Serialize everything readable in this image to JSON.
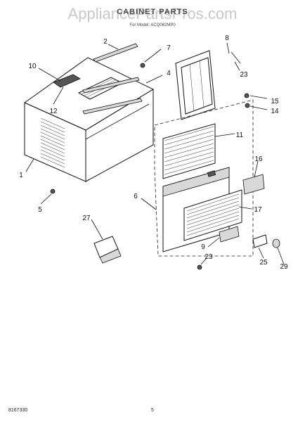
{
  "watermark": "AppliancePartsPros.com",
  "title": "CABINET PARTS",
  "subtitle": "For Model: ACQ062MP0",
  "footer": {
    "left": "8167330",
    "page": "5"
  },
  "callouts": [
    {
      "id": "c1",
      "text": "1"
    },
    {
      "id": "c2",
      "text": "2"
    },
    {
      "id": "c4",
      "text": "4"
    },
    {
      "id": "c5",
      "text": "5"
    },
    {
      "id": "c6",
      "text": "6"
    },
    {
      "id": "c7",
      "text": "7"
    },
    {
      "id": "c8",
      "text": "8"
    },
    {
      "id": "c9",
      "text": "9"
    },
    {
      "id": "c10",
      "text": "10"
    },
    {
      "id": "c11",
      "text": "11"
    },
    {
      "id": "c12",
      "text": "12"
    },
    {
      "id": "c14",
      "text": "14"
    },
    {
      "id": "c15",
      "text": "15"
    },
    {
      "id": "c16",
      "text": "16"
    },
    {
      "id": "c17",
      "text": "17"
    },
    {
      "id": "c23a",
      "text": "23"
    },
    {
      "id": "c23b",
      "text": "23"
    },
    {
      "id": "c25",
      "text": "25"
    },
    {
      "id": "c27",
      "text": "27"
    },
    {
      "id": "c29",
      "text": "29"
    }
  ]
}
